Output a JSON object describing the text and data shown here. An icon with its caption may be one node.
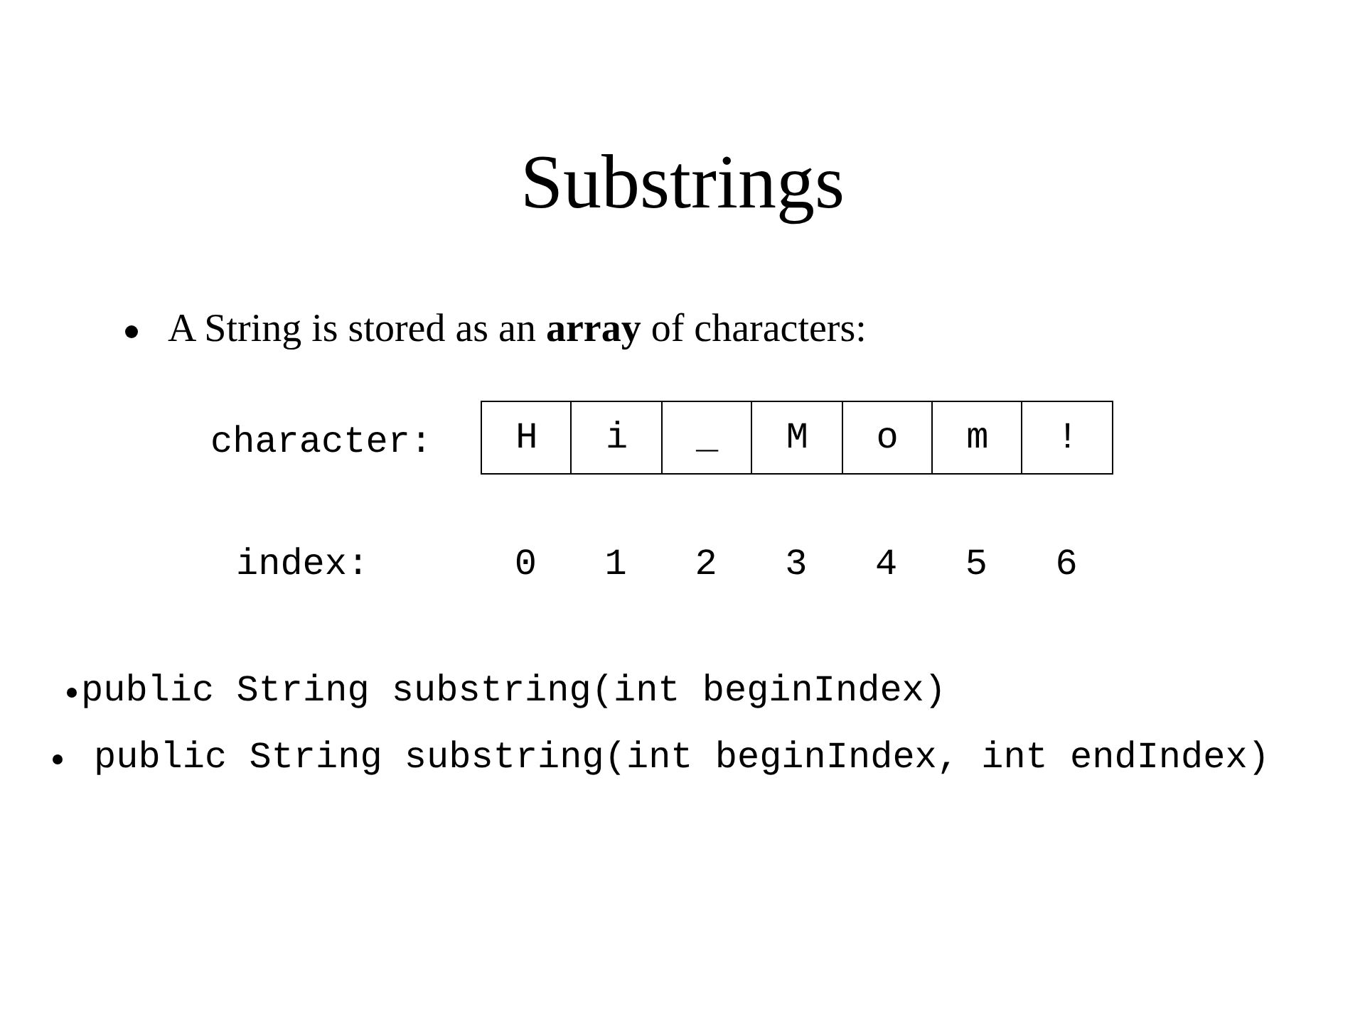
{
  "diagram": {
    "title": "Substrings",
    "nodes": [
      {
        "text": [
          "H"
        ]
      },
      {
        "text": [
          "i"
        ]
      },
      {
        "text": [
          "_"
        ]
      },
      {
        "text": [
          "M"
        ]
      },
      {
        "text": [
          "o"
        ]
      },
      {
        "text": [
          "m"
        ]
      },
      {
        "text": [
          "!"
        ]
      }
    ],
    "labels": [
      "A String is stored as an **array** of characters:",
      "character:",
      "index:",
      "0",
      "1",
      "2",
      "3",
      "4",
      "5",
      "6",
      "public String substring(int beginIndex)",
      "public String substring(int beginIndex, int endIndex)"
    ]
  }
}
